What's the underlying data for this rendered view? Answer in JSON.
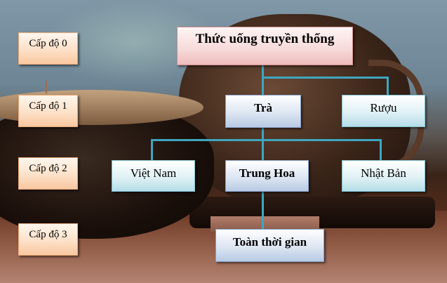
{
  "levels": [
    {
      "label": "Cấp độ 0"
    },
    {
      "label": "Cấp độ 1"
    },
    {
      "label": "Cấp độ 2"
    },
    {
      "label": "Cấp độ 3"
    }
  ],
  "tree": {
    "root": {
      "label": "Thức uống truyền thống"
    },
    "level1": [
      {
        "label": "Trà"
      },
      {
        "label": "Rượu"
      }
    ],
    "level2": [
      {
        "label": "Việt Nam"
      },
      {
        "label": "Trung Hoa"
      },
      {
        "label": "Nhật Bản"
      }
    ],
    "level3": [
      {
        "label": "Toàn thời gian"
      }
    ]
  },
  "colors": {
    "connector": "#3fa6c0",
    "level_box": "#fde1c8",
    "root_box": "#f8dcdc",
    "highlight_box": "#dde6f2",
    "plain_box": "#e0f1f5"
  }
}
